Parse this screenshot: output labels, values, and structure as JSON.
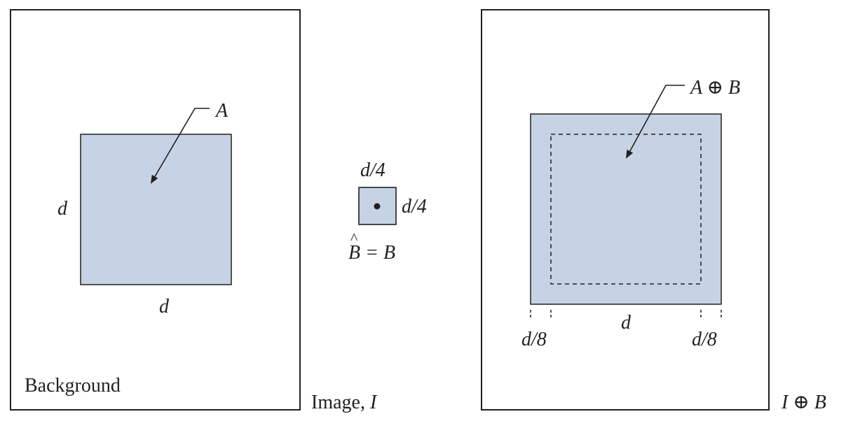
{
  "left_panel": {
    "region_label": "A",
    "side_label_left": "d",
    "side_label_bottom": "d",
    "background_label": "Background",
    "caption_prefix": "Image,",
    "caption_var": "I"
  },
  "structuring_element": {
    "size_top": "d/4",
    "size_right": "d/4",
    "equation_lhs": "B",
    "equation_hat": "^",
    "equation_rest": "= B"
  },
  "right_panel": {
    "region_label": "A ⊕ B",
    "offset_left": "d/8",
    "center_dim": "d",
    "offset_right": "d/8",
    "caption": "I ⊕ B"
  },
  "colors": {
    "fill": "#c6d3e4",
    "stroke": "#231f20"
  }
}
